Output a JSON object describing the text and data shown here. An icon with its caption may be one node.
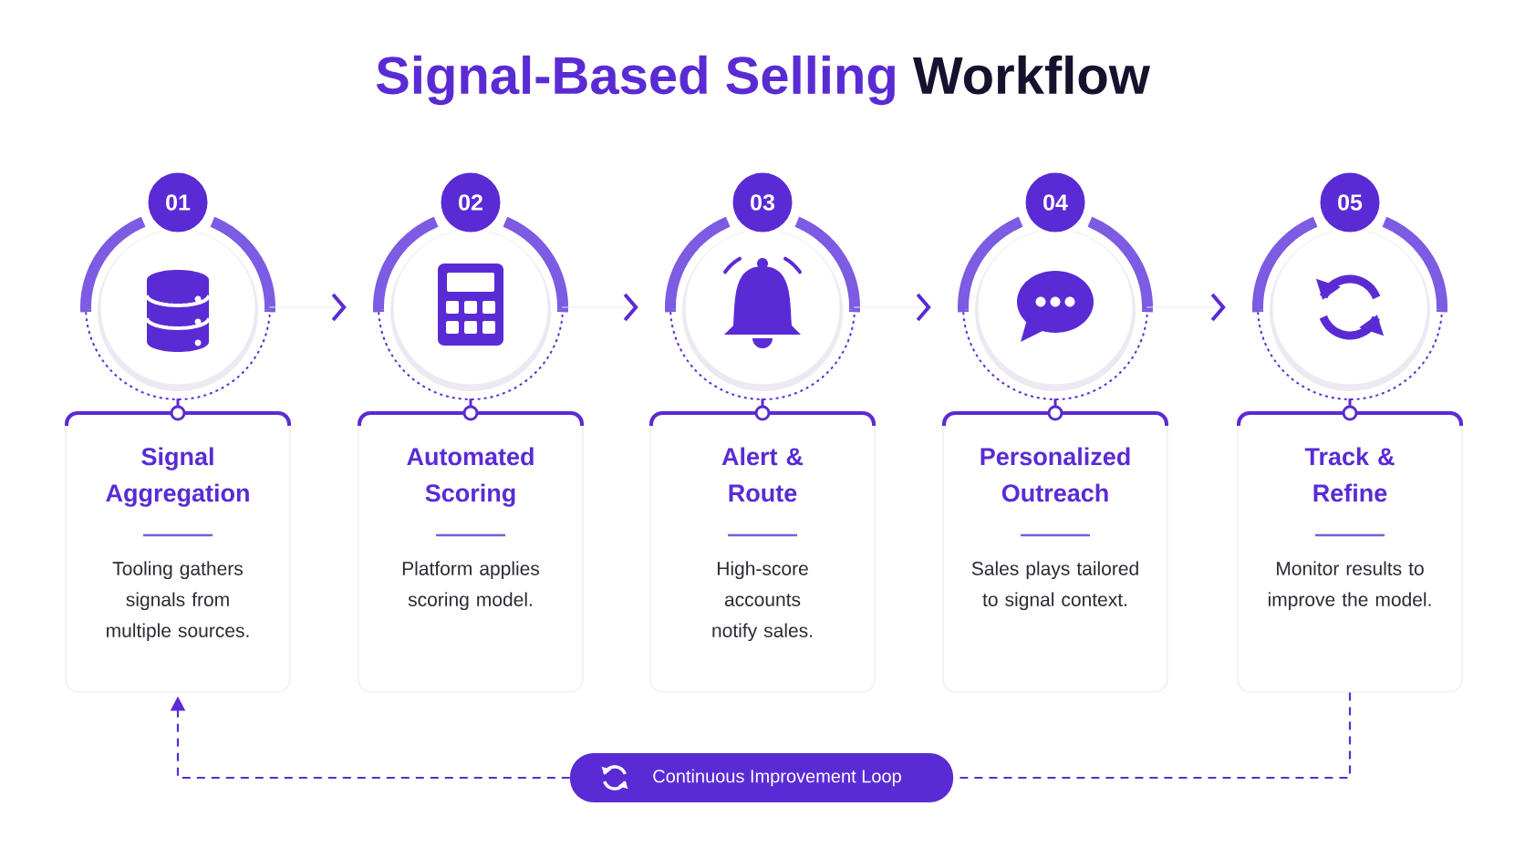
{
  "diagram": {
    "title": "Signal-Based Selling **Workflow**",
    "nodes": [
      {
        "text": [
          "01"
        ]
      },
      {
        "text": [],
        "shape": "circle"
      },
      {
        "text": [
          "Signal Aggregation",
          "Tooling gathers signals from multiple sources."
        ]
      },
      {
        "text": [
          "02"
        ]
      },
      {
        "text": [],
        "shape": "circle"
      },
      {
        "text": [
          "Automated Scoring",
          "Platform applies scoring model."
        ]
      },
      {
        "text": [
          "03"
        ]
      },
      {
        "text": [],
        "shape": "circle"
      },
      {
        "text": [
          "Alert & Route",
          "High-score accounts notify sales."
        ]
      },
      {
        "text": [
          "04"
        ]
      },
      {
        "text": [],
        "shape": "circle"
      },
      {
        "text": [
          "Personalized Outreach",
          "Sales plays tailored to signal context."
        ]
      },
      {
        "text": [
          "05"
        ]
      },
      {
        "text": [],
        "shape": "circle"
      },
      {
        "text": [
          "Track & Refine",
          "Monitor results to improve the model."
        ]
      },
      {
        "text": [
          "Continuous Improvement Loop"
        ]
      }
    ],
    "edges": [
      {
        "from": 1,
        "to": 4,
        "arrow": "to",
        "color": "#ece9f3"
      },
      {
        "from": 4,
        "to": 7,
        "arrow": "to",
        "color": "#ece9f3"
      },
      {
        "from": 7,
        "to": 10,
        "arrow": "to",
        "color": "#ece9f3"
      },
      {
        "from": 10,
        "to": 13,
        "arrow": "to",
        "color": "#ece9f3"
      },
      {
        "from": 1,
        "to": 2,
        "arrow": "none"
      },
      {
        "from": 4,
        "to": 5,
        "arrow": "none"
      },
      {
        "from": 7,
        "to": 8,
        "arrow": "none"
      },
      {
        "from": 10,
        "to": 11,
        "arrow": "none"
      },
      {
        "from": 13,
        "to": 14,
        "arrow": "none"
      },
      {
        "from": 14,
        "to": 15,
        "arrow": "none",
        "style": "dashed"
      },
      {
        "from": 15,
        "to": 2,
        "arrow": "to",
        "style": "dashed"
      }
    ]
  }
}
